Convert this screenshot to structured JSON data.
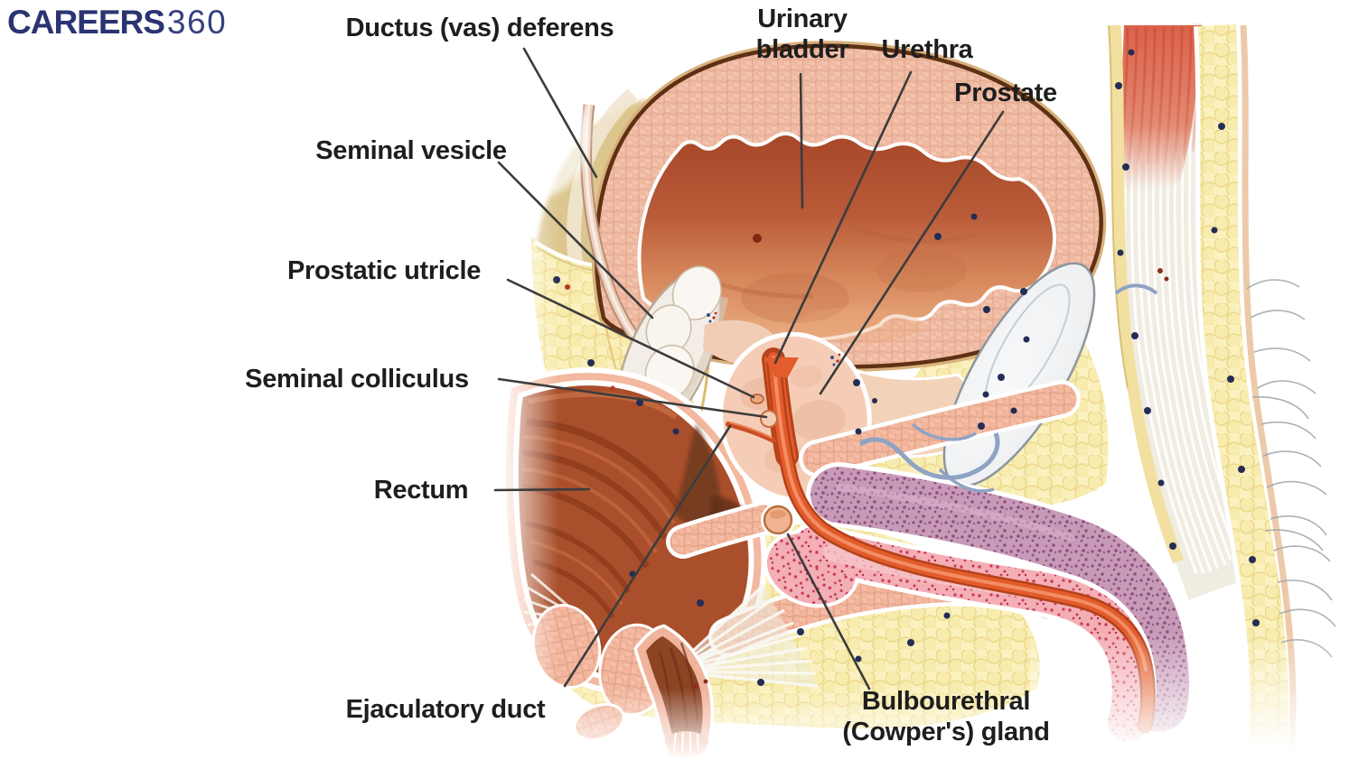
{
  "logo": {
    "brand": "CAREERS",
    "suffix": "360"
  },
  "figure": {
    "subject": "Sagittal section of the male pelvis showing reproductive organs and accessory glands",
    "labels": {
      "ductus_deferens": "Ductus (vas) deferens",
      "urinary_bladder": "Urinary bladder",
      "urethra": "Urethra",
      "prostate": "Prostate",
      "seminal_vesicle": "Seminal vesicle",
      "prostatic_utricle": "Prostatic utricle",
      "seminal_colliculus": "Seminal colliculus",
      "rectum": "Rectum",
      "ejaculatory_duct": "Ejaculatory duct",
      "bulbourethral_gland": "Bulbourethral (Cowper's) gland"
    },
    "palette": {
      "label_text": "#1e1e1e",
      "leader_line": "#3c3c3c",
      "logo_navy": "#2b3472",
      "bladder_wall_pink": "#f3c3ad",
      "bladder_interior_brown": "#a84a2c",
      "urethra_orange": "#e45c2c",
      "fat_yellow": "#faf1bf",
      "rectum_brown": "#aa4f2b",
      "prostate_peach": "#f5cdb6",
      "corpus_cavernosum_purple": "#c79ab8",
      "corpus_spongiosum_pink": "#f3aeb6",
      "pubic_symphysis_grey": "#eef0f2"
    }
  }
}
